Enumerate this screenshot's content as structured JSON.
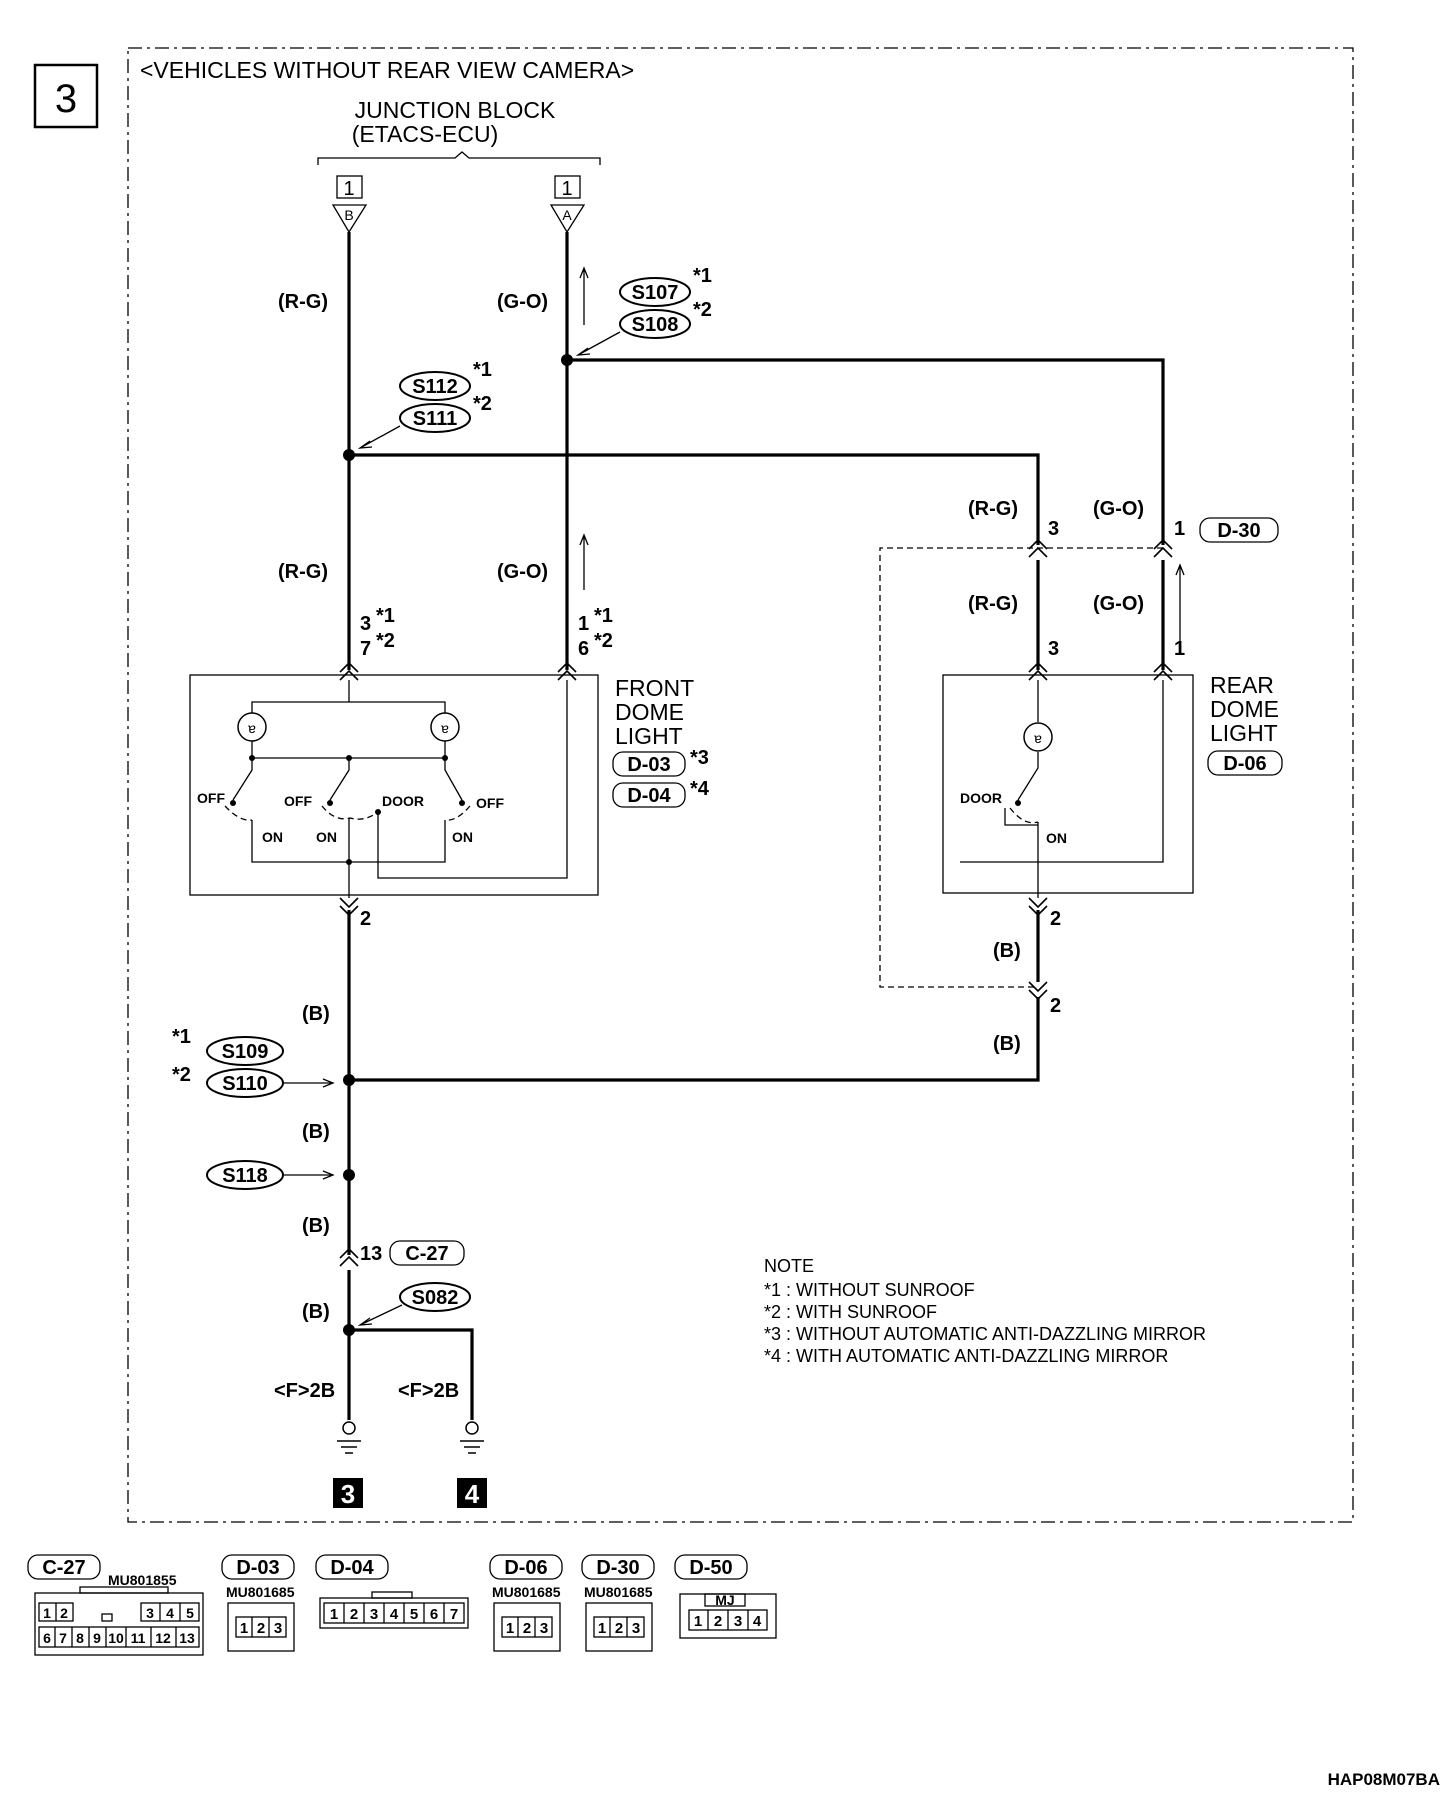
{
  "section_number": "3",
  "title": "<VEHICLES WITHOUT REAR VIEW CAMERA>",
  "junction_block": {
    "line1": "JUNCTION BLOCK",
    "line2": "(ETACS-ECU)",
    "connectors": [
      {
        "pin": "1",
        "letter": "B"
      },
      {
        "pin": "1",
        "letter": "A"
      }
    ]
  },
  "wire_colors": {
    "rg": "(R-G)",
    "go": "(G-O)",
    "b": "(B)"
  },
  "splices": {
    "s107": "S107",
    "s108": "S108",
    "s112": "S112",
    "s111": "S111",
    "s109": "S109",
    "s110": "S110",
    "s118": "S118",
    "s082": "S082"
  },
  "notes_marks": {
    "n1": "*1",
    "n2": "*2",
    "n3": "*3",
    "n4": "*4"
  },
  "front_dome_light": {
    "name_lines": [
      "FRONT",
      "DOME",
      "LIGHT"
    ],
    "connector_a": "D-03",
    "connector_b": "D-04",
    "pins_left": [
      "3",
      "7"
    ],
    "pins_right": [
      "1",
      "6"
    ],
    "ground_pin": "2",
    "switch_labels": {
      "off": "OFF",
      "on": "ON",
      "door": "DOOR"
    }
  },
  "rear_dome_light": {
    "name_lines": [
      "REAR",
      "DOME",
      "LIGHT"
    ],
    "connector": "D-06",
    "pin_rg": "3",
    "pin_go": "1",
    "pin_b": "2",
    "door_label": "DOOR",
    "on_label": "ON"
  },
  "d30": {
    "connector": "D-30",
    "pin_rg": "3",
    "pin_go": "1"
  },
  "c27": {
    "connector": "C-27",
    "pin": "13"
  },
  "grounds": {
    "label": "<F>2B",
    "left_num": "3",
    "right_num": "4"
  },
  "note": {
    "heading": "NOTE",
    "lines": [
      "*1 : WITHOUT SUNROOF",
      "*2 : WITH SUNROOF",
      "*3 : WITHOUT AUTOMATIC ANTI-DAZZLING MIRROR",
      "*4 : WITH AUTOMATIC ANTI-DAZZLING MIRROR"
    ]
  },
  "connector_legend": [
    {
      "code": "C-27",
      "part": "MU801855"
    },
    {
      "code": "D-03",
      "part": "MU801685"
    },
    {
      "code": "D-04",
      "part": ""
    },
    {
      "code": "D-06",
      "part": "MU801685"
    },
    {
      "code": "D-30",
      "part": "MU801685"
    },
    {
      "code": "D-50",
      "part": "MJ"
    }
  ],
  "c27_pins_top": [
    "1",
    "2",
    "3",
    "4",
    "5"
  ],
  "c27_pins_bottom": [
    "6",
    "7",
    "8",
    "9",
    "10",
    "11",
    "12",
    "13"
  ],
  "three_pins": [
    "1",
    "2",
    "3"
  ],
  "d04_pins": [
    "1",
    "2",
    "3",
    "4",
    "5",
    "6",
    "7"
  ],
  "d50_pins": [
    "1",
    "2",
    "3",
    "4"
  ],
  "figure_code": "HAP08M07BA"
}
